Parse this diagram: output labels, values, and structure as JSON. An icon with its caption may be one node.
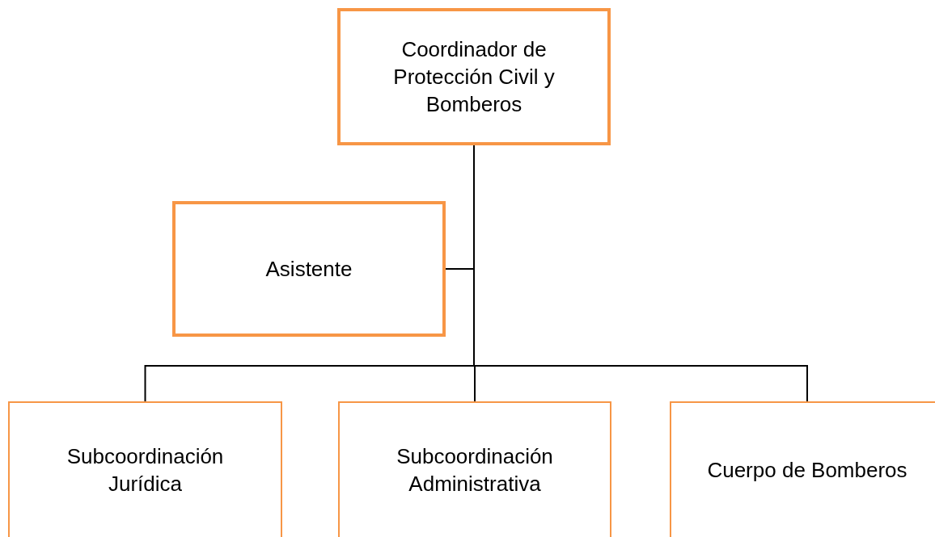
{
  "diagram": {
    "nodes": [
      {
        "text": [
          "Coordinador de Protección Civil y Bomberos"
        ]
      },
      {
        "text": [
          "Asistente"
        ]
      },
      {
        "text": [
          "Subcoordinación Jurídica"
        ]
      },
      {
        "text": [
          "Subcoordinación Administrativa"
        ]
      },
      {
        "text": [
          "Cuerpo de Bomberos"
        ]
      }
    ],
    "edges": [
      {
        "from": 0,
        "to": 1,
        "arrow": "none"
      },
      {
        "from": 0,
        "to": 2,
        "arrow": "none"
      },
      {
        "from": 0,
        "to": 3,
        "arrow": "none"
      },
      {
        "from": 0,
        "to": 4,
        "arrow": "none"
      }
    ]
  }
}
